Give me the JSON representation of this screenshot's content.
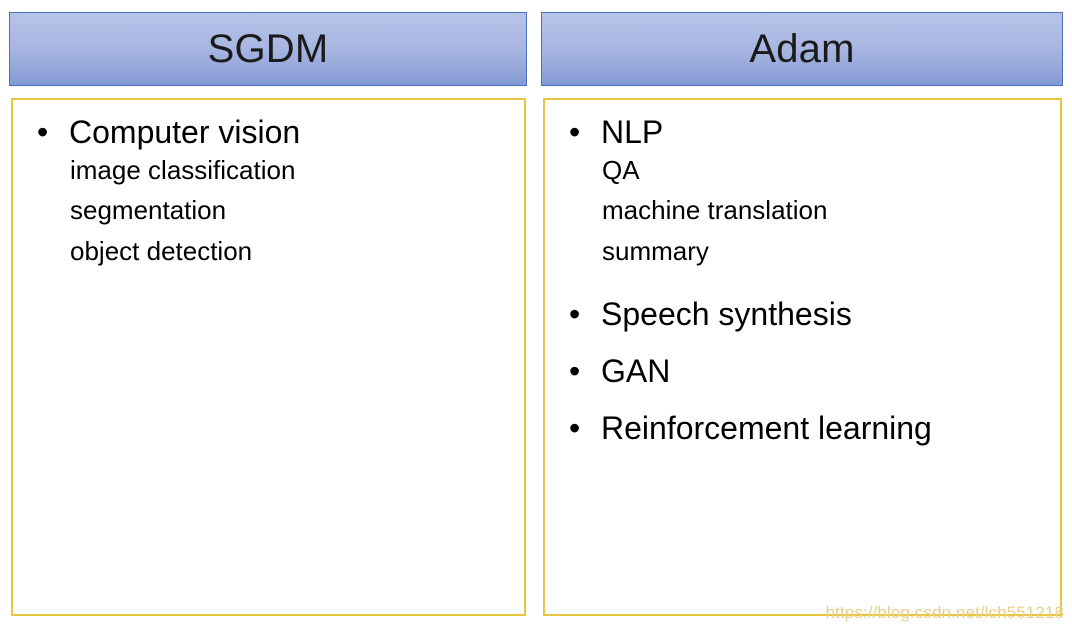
{
  "slide": {
    "watermark": "https://blog.csdn.net/lch551218",
    "colors": {
      "header_border": "#4a6fbd",
      "header_gradient_top": "#b7c3e8",
      "header_gradient_bottom": "#8098d3",
      "body_border": "#e9c642",
      "body_background": "#ffffff",
      "text": "#000000",
      "watermark": "#e9d08a"
    }
  },
  "columns": [
    {
      "id": "sgdm",
      "header": "SGDM",
      "items": [
        {
          "kind": "bullet",
          "bullet": "•",
          "text": "Computer vision"
        },
        {
          "kind": "sub",
          "text": "image classification"
        },
        {
          "kind": "sub",
          "text": "segmentation"
        },
        {
          "kind": "sub",
          "text": "object detection"
        }
      ]
    },
    {
      "id": "adam",
      "header": "Adam",
      "items": [
        {
          "kind": "bullet",
          "bullet": "•",
          "text": "NLP"
        },
        {
          "kind": "sub",
          "text": "QA"
        },
        {
          "kind": "sub",
          "text": "machine translation"
        },
        {
          "kind": "sub",
          "text": "summary"
        },
        {
          "kind": "bullet",
          "bullet": "•",
          "text": "Speech synthesis"
        },
        {
          "kind": "bullet",
          "bullet": "•",
          "text": "GAN"
        },
        {
          "kind": "bullet",
          "bullet": "•",
          "text": "Reinforcement learning"
        }
      ]
    }
  ]
}
